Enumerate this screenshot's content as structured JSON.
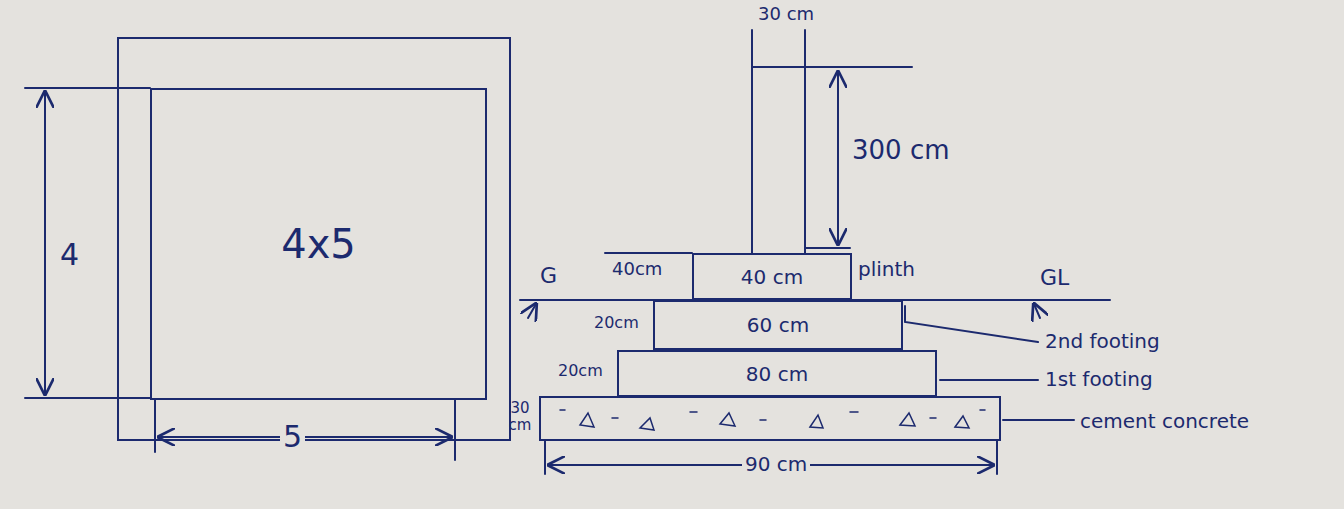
{
  "diagram": {
    "nodes": [
      {
        "text": [
          "4x5"
        ]
      },
      {
        "text": [
          "40 cm"
        ]
      },
      {
        "text": [
          "60 cm"
        ]
      },
      {
        "text": [
          "80 cm"
        ]
      }
    ],
    "labels": [
      "4",
      "5",
      "30 cm",
      "300 cm",
      "40cm",
      "plinth",
      "G",
      "GL",
      "20cm",
      "20cm",
      "2nd footing",
      "1st footing",
      "30 cm",
      "90 cm",
      "cement concrete"
    ]
  }
}
